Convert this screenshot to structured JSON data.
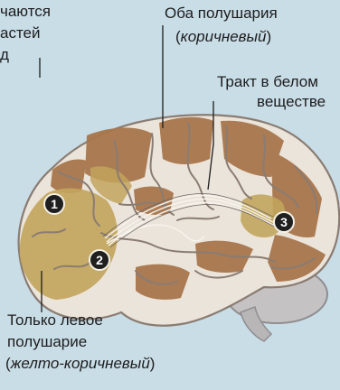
{
  "labels": {
    "top_left_partial": [
      "чаются",
      "астей",
      "д"
    ],
    "both_hemispheres": {
      "title": "Оба полушария",
      "color_prefix": "(",
      "color": "коричневый",
      "color_suffix": ")"
    },
    "white_matter_tract": {
      "line1": "Тракт в белом",
      "line2": "веществе"
    },
    "left_only": {
      "line1": "Только левое",
      "line2": "полушарие",
      "color_prefix": "(",
      "color": "желто-коричневый",
      "color_suffix": ")"
    }
  },
  "markers": [
    "1",
    "2",
    "3"
  ],
  "colors": {
    "background": "#c9dde7",
    "both_hemispheres_brown": "#a8764c",
    "left_only_tan": "#c2a55d",
    "gyri_light": "#ebe4da",
    "sulci_shadow": "#8a7c72"
  }
}
